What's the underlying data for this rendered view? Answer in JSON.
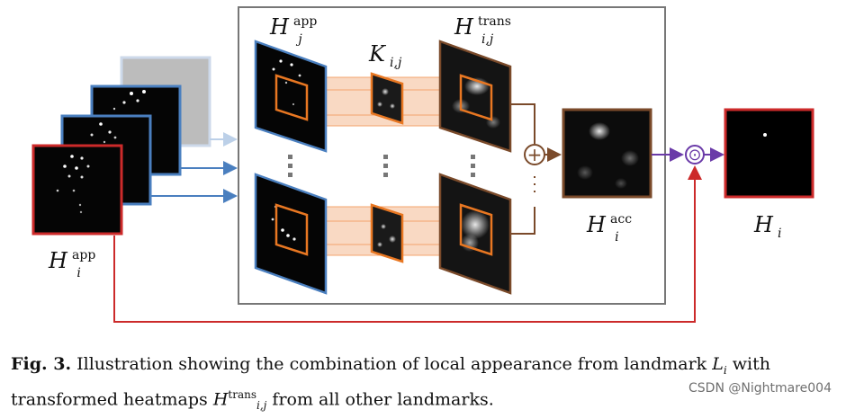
{
  "labels": {
    "h_app_j": {
      "base": "H",
      "sup": "app",
      "sub": "j"
    },
    "k_ij": {
      "base": "K",
      "sub": "i,j"
    },
    "h_trans_ij": {
      "base": "H",
      "sup": "trans",
      "sub": "i,j"
    },
    "h_acc_i": {
      "base": "H",
      "sup": "acc",
      "sub": "i"
    },
    "h_i": {
      "base": "H",
      "sub": "i"
    },
    "h_app_i": {
      "base": "H",
      "sup": "app",
      "sub": "i"
    }
  },
  "symbols": {
    "plus": "+",
    "dot": "⊙"
  },
  "colors": {
    "orange": "#e87722",
    "blue": "#4a7fbf",
    "red": "#cc2a2a",
    "brown": "#7a4a2a",
    "purple": "#6a3aa8",
    "light_blue": "#bcd0e8",
    "box_gray": "#777777",
    "peach": "#f8d2b8"
  },
  "caption": {
    "fig": "Fig. 3.",
    "text1": "Illustration showing the combination of local appearance from landmark",
    "L": "L",
    "L_sub": "i",
    "text2": "with transformed heatmaps",
    "H": "H",
    "H_sup": "trans",
    "H_sub": "i,j",
    "text3": "from all other landmarks."
  },
  "watermark": "CSDN @Nightmare004"
}
